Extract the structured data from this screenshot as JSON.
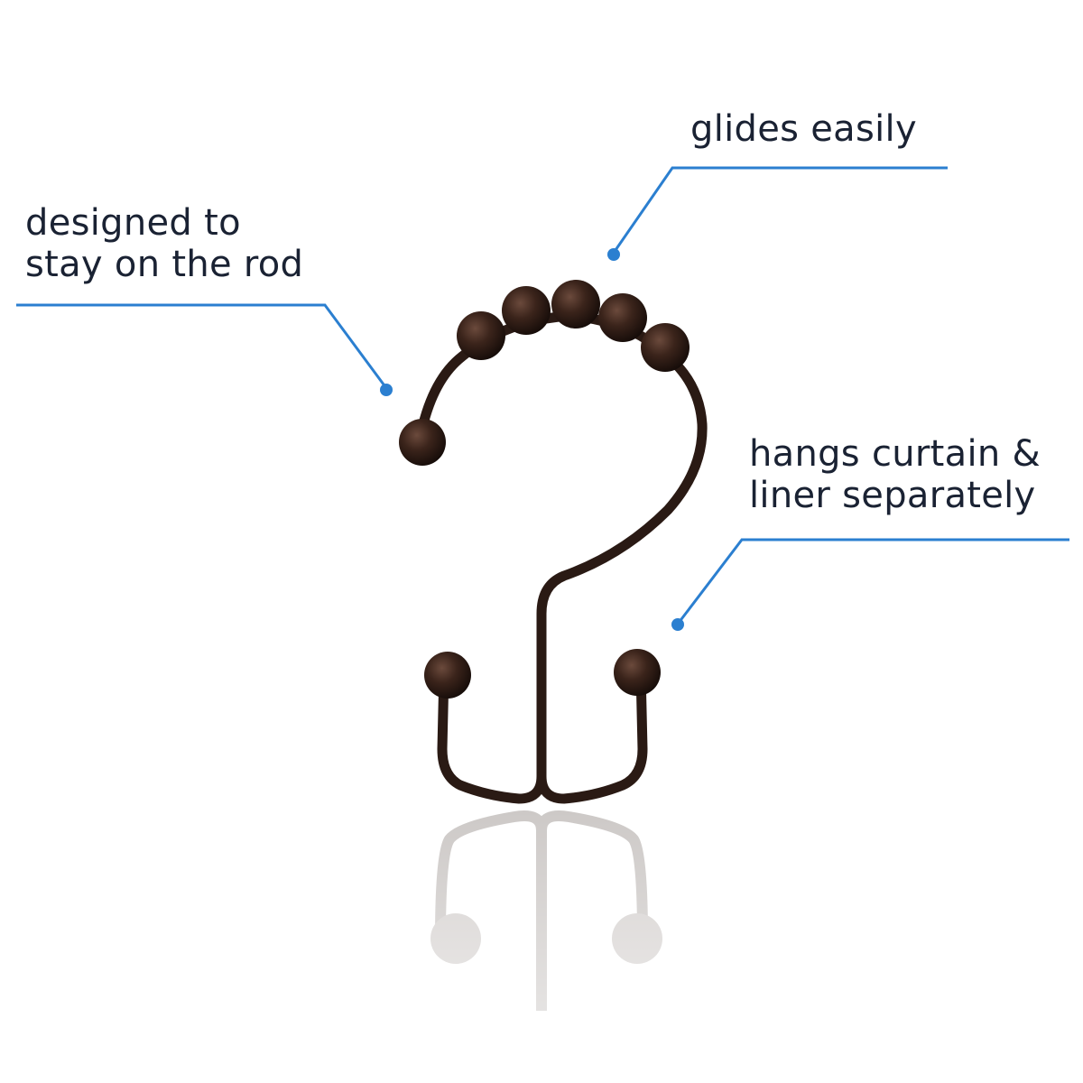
{
  "callouts": {
    "rod": {
      "line1": "designed to",
      "line2": "stay on the rod"
    },
    "glide": {
      "line1": "glides easily"
    },
    "hang": {
      "line1": "hangs curtain &",
      "line2": "liner separately"
    }
  },
  "colors": {
    "leader": "#2b7fd0",
    "hook_metal": "#2a1a14",
    "text": "#1a2233"
  },
  "icons": {
    "product": "shower-curtain-hook-icon"
  }
}
